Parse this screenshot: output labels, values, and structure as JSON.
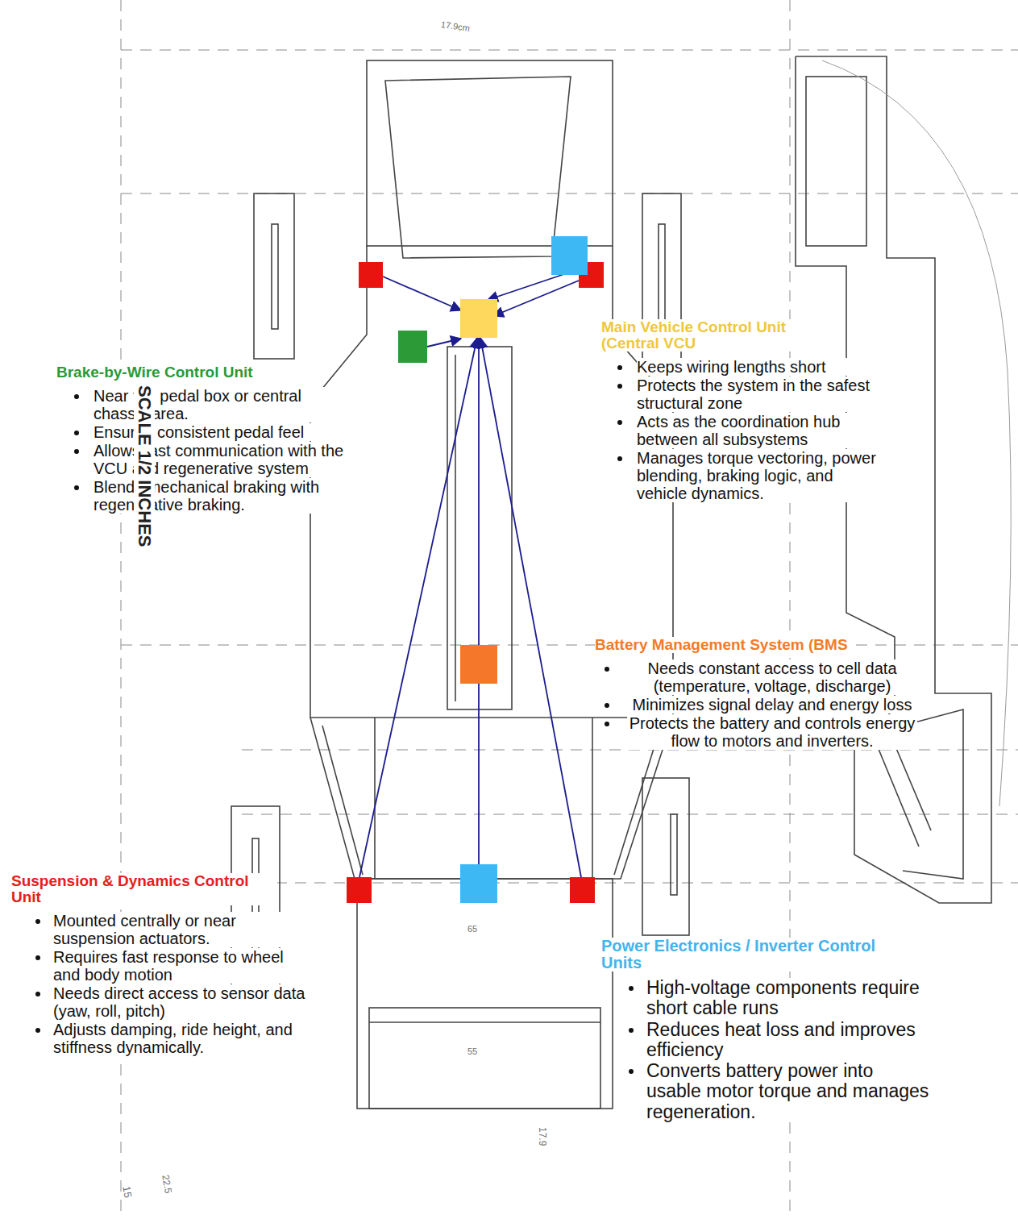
{
  "diagram": {
    "nodes": [
      {
        "text": [
          "Brake-by-Wire Control Unit",
          "Near the pedal box or central chassis area.",
          "Ensures consistent pedal feel",
          "Allows fast communication with the VCU and regenerative system",
          "Blends mechanical braking with regenerative braking."
        ]
      },
      {
        "text": [
          "Main Vehicle Control Unit (Central VCU",
          "Keeps wiring lengths short",
          "Protects the system in the safest structural zone",
          "Acts as the coordination hub between all subsystems",
          "Manages torque vectoring, power blending, braking logic, and vehicle dynamics."
        ]
      },
      {
        "text": [
          "Battery Management System (BMS",
          "Needs constant access to cell data (temperature, voltage, discharge)",
          "Minimizes signal delay and energy loss",
          "Protects the battery and controls energy flow to motors and inverters."
        ]
      },
      {
        "text": [
          "Suspension & Dynamics Control Unit",
          "Mounted centrally or near suspension actuators.",
          "Requires fast response to wheel and body motion",
          "Needs direct access to sensor data (yaw, roll, pitch)",
          "Adjusts damping, ride height, and stiffness dynamically."
        ]
      },
      {
        "text": [
          "Power Electronics / Inverter Control Units",
          "High-voltage components require short cable runs",
          "Reduces heat loss and improves efficiency",
          "Converts battery power into usable motor torque and manages regeneration."
        ]
      }
    ],
    "labels": [
      "17.9cm",
      "SCALE 1/2 INCHES",
      "65",
      "55",
      "17.9",
      "22.5",
      "15"
    ]
  }
}
